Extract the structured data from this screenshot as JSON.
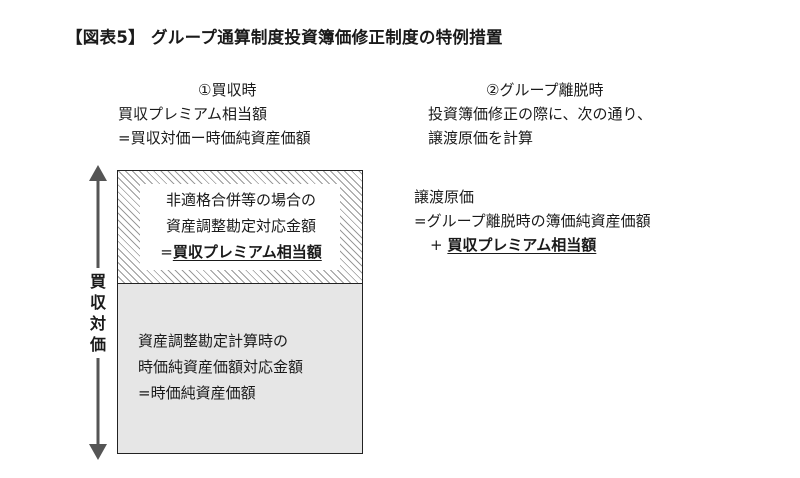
{
  "title": "【図表5】 グループ通算制度投資簿価修正制度の特例措置",
  "left": {
    "heading": "①買収時",
    "line1": "買収プレミアム相当額",
    "line2": "=買収対価ー時価純資産価額"
  },
  "right": {
    "heading": "②グループ離脱時",
    "line1": "投資簿価修正の際に、次の通り、",
    "line2": "譲渡原価を計算",
    "formula_head": "譲渡原価",
    "formula_line1": "=グループ離脱時の簿価純資産価額",
    "formula_plus": "+",
    "formula_term": "買収プレミアム相当額"
  },
  "diagram": {
    "arrow_label": [
      "買",
      "収",
      "対",
      "価"
    ],
    "hatched": {
      "line1": "非適格合併等の場合の",
      "line2": "資産調整勘定対応金額",
      "line3_prefix": "=",
      "line3_term": "買収プレミアム相当額"
    },
    "gray": {
      "line1": "資産調整勘定計算時の",
      "line2": "時価純資産価額対応金額",
      "line3": "=時価純資産価額"
    }
  },
  "colors": {
    "hatch_fill": "#9a9a9a",
    "gray_fill": "#e6e6e6",
    "line": "#222222"
  }
}
